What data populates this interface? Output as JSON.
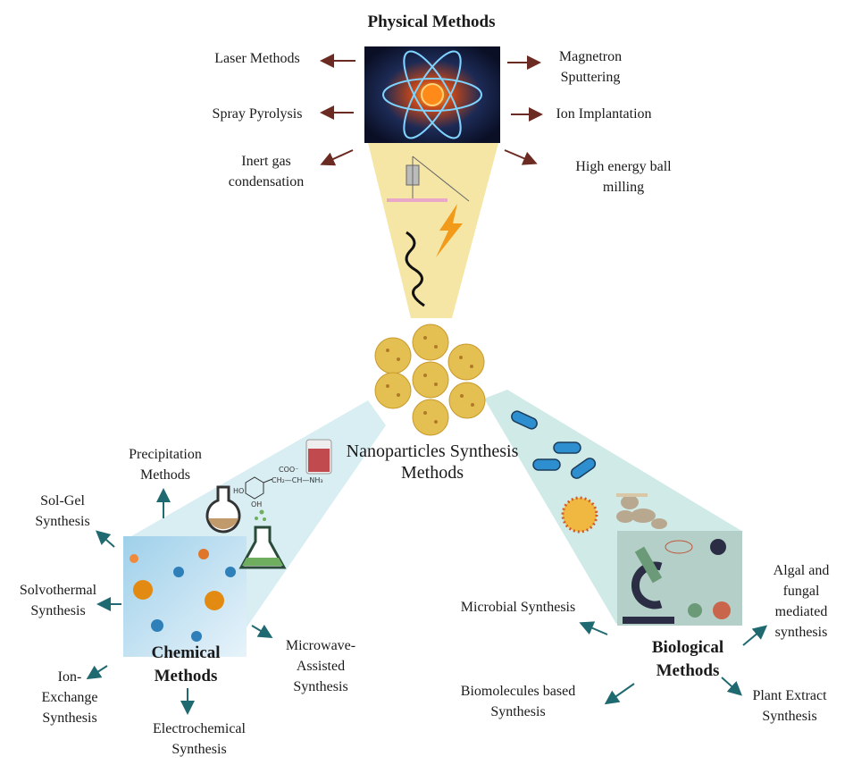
{
  "title": "Physical Methods",
  "hub": "Nanoparticles Synthesis\nMethods",
  "physical": {
    "items": [
      "Laser Methods",
      "Magnetron\nSputtering",
      "Spray Pyrolysis",
      "Ion Implantation",
      "Inert gas\ncondensation",
      "High energy ball\nmilling"
    ],
    "arrow_color": "#6b2a22",
    "funnel_color": "#f5e6a6"
  },
  "chemical": {
    "title": "Chemical\nMethods",
    "items": [
      "Precipitation\nMethods",
      "Sol-Gel\nSynthesis",
      "Solvothermal\nSynthesis",
      "Ion-\nExchange\nSynthesis",
      "Electrochemical\nSynthesis",
      "Microwave-\nAssisted\nSynthesis"
    ],
    "molecule_labels": [
      "COO⁻",
      "CH₂—CH—NH₃",
      "HO",
      "OH"
    ],
    "cone_color": "#d9eef3",
    "arrow_color": "#1f6a70"
  },
  "biological": {
    "title": "Biological\nMethods",
    "items": [
      "Microbial Synthesis",
      "Biomolecules based\nSynthesis",
      "Algal and\nfungal\nmediated\nsynthesis",
      "Plant Extract\nSynthesis"
    ],
    "cone_color": "#cfeae7",
    "arrow_color": "#1f6a5e"
  }
}
